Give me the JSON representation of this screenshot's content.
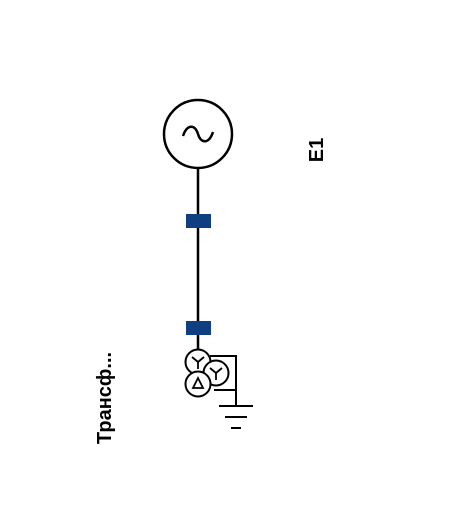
{
  "diagram": {
    "source_label": "E1",
    "transformer_label": "Трансф...",
    "colors": {
      "line": "#000000",
      "breaker": "#0f3f80",
      "background": "#ffffff"
    },
    "elements": [
      {
        "kind": "generator",
        "icon": "ac-source-icon"
      },
      {
        "kind": "breaker",
        "icon": "breaker-icon"
      },
      {
        "kind": "breaker",
        "icon": "breaker-icon"
      },
      {
        "kind": "three-winding-transformer",
        "icon": "transformer-icon"
      },
      {
        "kind": "ground",
        "icon": "ground-icon"
      }
    ]
  }
}
